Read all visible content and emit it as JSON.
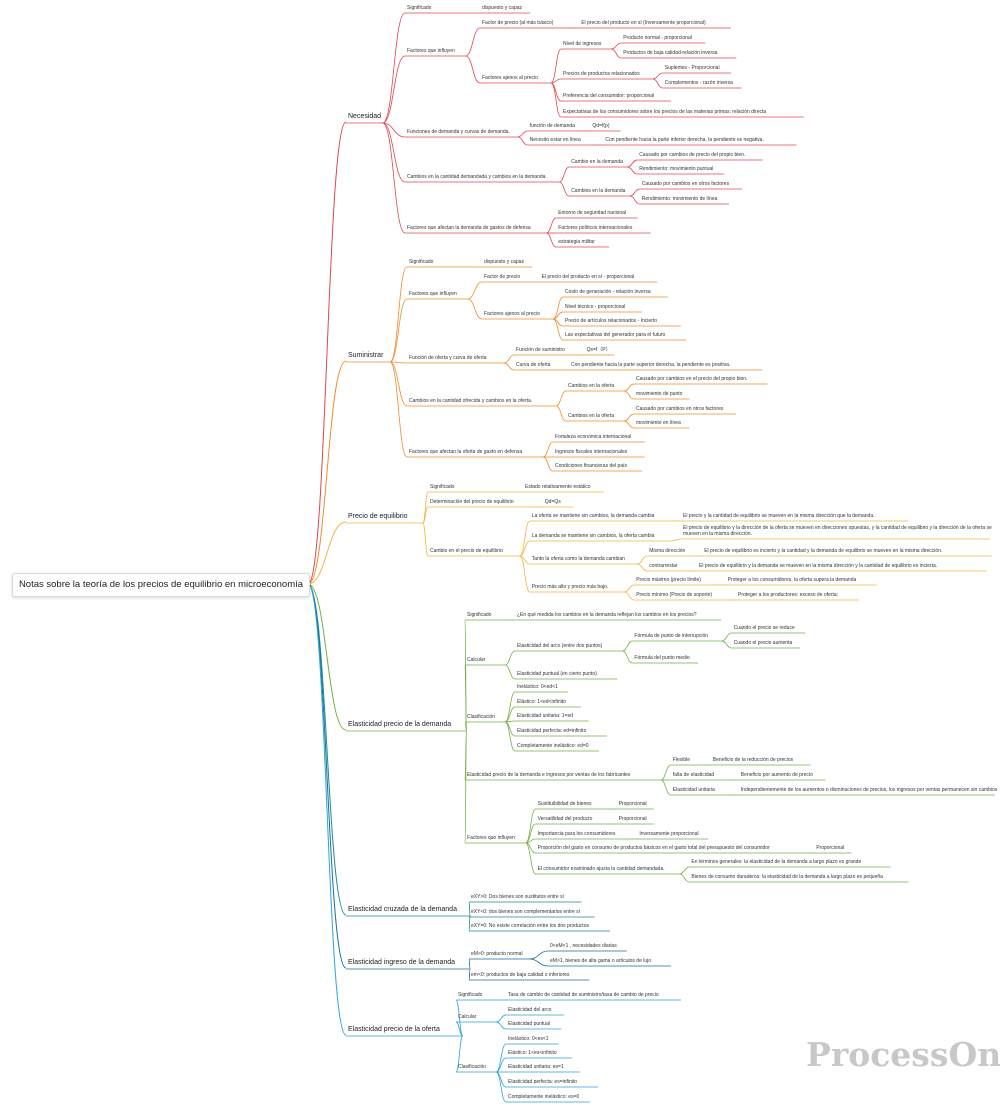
{
  "root": {
    "label": "Notas sobre la teoría de los precios de equilibrio en microeconomía"
  },
  "watermark": "ProcessOn",
  "colors": {
    "necesidad": "#e0464f",
    "suministrar": "#f08c2a",
    "equilibrio": "#f2b43c",
    "elasticidad_precio": "#73b044",
    "cruzada": "#1a8c8f",
    "ingreso": "#1a6e9a",
    "oferta": "#2ea3dc"
  },
  "tree": [
    {
      "label": "Necesidad",
      "children": [
        {
          "label": "Significado",
          "children": [
            {
              "label": "dispuesto y capaz"
            }
          ]
        },
        {
          "label": "Factores que influyen",
          "children": [
            {
              "label": "Factor de precio (al más básico)",
              "children": [
                {
                  "label": "El precio del producto en sí (Inversamente proporcional)"
                }
              ]
            },
            {
              "label": "Factores ajenos al precio",
              "children": [
                {
                  "label": "Nivel de ingresos",
                  "children": [
                    {
                      "label": "Producto normal - proporcional"
                    },
                    {
                      "label": "Productos de baja calidad-relación inversa"
                    }
                  ]
                },
                {
                  "label": "Precios de productos relacionados",
                  "children": [
                    {
                      "label": "Suplentes - Proporcional"
                    },
                    {
                      "label": "Complementos - razón inversa"
                    }
                  ]
                },
                {
                  "label": "Preferencia del consumidor: proporcional"
                },
                {
                  "label": "Expectativas de los consumidores sobre los precios de las materias primas: relación directa"
                }
              ]
            }
          ]
        },
        {
          "label": "Funciones de demanda y curvas de demanda.",
          "children": [
            {
              "label": "función de demanda",
              "children": [
                {
                  "label": "Qd=f(p)"
                }
              ]
            },
            {
              "label": "Necesito estar en línea",
              "children": [
                {
                  "label": "Con pendiente hacia la parte inferior derecha, la pendiente es negativa."
                }
              ]
            }
          ]
        },
        {
          "label": "Cambios en la cantidad demandada y cambios en la demanda.",
          "children": [
            {
              "label": "Cambio en la demanda",
              "children": [
                {
                  "label": "Causado por cambios de precio del propio bien."
                },
                {
                  "label": "Rendimiento: movimiento puntual"
                }
              ]
            },
            {
              "label": "Cambios en la demanda",
              "children": [
                {
                  "label": "Causado por cambios en otros factores"
                },
                {
                  "label": "Rendimiento: movimiento de línea"
                }
              ]
            }
          ]
        },
        {
          "label": "Factores que afectan la demanda de gastos de defensa",
          "children": [
            {
              "label": "Entorno de seguridad nacional"
            },
            {
              "label": "Factores políticos internacionales"
            },
            {
              "label": "estrategia militar"
            }
          ]
        }
      ]
    },
    {
      "label": "Suministrar",
      "children": [
        {
          "label": "Significado",
          "children": [
            {
              "label": "dispuesto y capaz"
            }
          ]
        },
        {
          "label": "Factores que influyen",
          "children": [
            {
              "label": "Factor de precio",
              "children": [
                {
                  "label": "El precio del producto en sí - proporcional"
                }
              ]
            },
            {
              "label": "Factores ajenos al precio",
              "children": [
                {
                  "label": "Costo de generación - relación inversa"
                },
                {
                  "label": "Nivel técnico - proporcional"
                },
                {
                  "label": "Precio de artículos relacionados - Incierto"
                },
                {
                  "label": "Las expectativas del generador para el futuro"
                }
              ]
            }
          ]
        },
        {
          "label": "Función de oferta y curva de oferta",
          "children": [
            {
              "label": "Función de suministro",
              "children": [
                {
                  "label": "Qs=f（P）"
                }
              ]
            },
            {
              "label": "Curva de oferta",
              "children": [
                {
                  "label": "Con pendiente hacia la parte superior derecha, la pendiente es positiva."
                }
              ]
            }
          ]
        },
        {
          "label": "Cambios en la cantidad ofrecida y cambios en la oferta.",
          "children": [
            {
              "label": "Cambios en la oferta",
              "children": [
                {
                  "label": "Causado por cambios en el precio del propio bien."
                },
                {
                  "label": "movimiento de punto"
                }
              ]
            },
            {
              "label": "Cambios en la oferta",
              "children": [
                {
                  "label": "Causado por cambios en otros factores"
                },
                {
                  "label": "movimiento en línea"
                }
              ]
            }
          ]
        },
        {
          "label": "Factores que afectan la oferta de gasto en defensa",
          "children": [
            {
              "label": "Fortaleza económica internacional"
            },
            {
              "label": "Ingresos fiscales internacionales"
            },
            {
              "label": "Condiciones financieras del país"
            }
          ]
        }
      ]
    },
    {
      "label": "Precio de equilibrio",
      "children": [
        {
          "label": "Significado",
          "children": [
            {
              "label": "Estado relativamente estático"
            }
          ]
        },
        {
          "label": "Determinación del precio de equilibrio",
          "children": [
            {
              "label": "Qd=Qs"
            }
          ]
        },
        {
          "label": "Cambio en el precio de equilibrio",
          "children": [
            {
              "label": "La oferta se mantiene sin cambios, la demanda cambia",
              "children": [
                {
                  "label": "El precio y la cantidad de equilibrio se mueven en la misma dirección que la demanda."
                }
              ]
            },
            {
              "label": "La demanda se mantiene sin cambios, la oferta cambia",
              "children": [
                {
                  "label": "El precio de equilibrio y la dirección de la oferta se mueven en direcciones opuestas, y la cantidad de equilibrio y la dirección de la oferta se mueven en la misma dirección."
                }
              ]
            },
            {
              "label": "Tanto la oferta como la demanda cambian",
              "children": [
                {
                  "label": "Misma dirección",
                  "children": [
                    {
                      "label": "El precio de equilibrio es incierto y la cantidad y la demanda de equilibrio se mueven en la misma dirección."
                    }
                  ]
                },
                {
                  "label": "contrarrestar",
                  "children": [
                    {
                      "label": "El precio de equilibrio y la demanda se mueven en la misma dirección y la cantidad de equilibrio es incierta."
                    }
                  ]
                }
              ]
            },
            {
              "label": "Precio más alto y precio más bajo.",
              "children": [
                {
                  "label": "Precio máximo (precio límite)",
                  "children": [
                    {
                      "label": "Proteger a los consumidores, la oferta supera la demanda"
                    }
                  ]
                },
                {
                  "label": "Precio mínimo (Precio de soporte)",
                  "children": [
                    {
                      "label": "Proteger a los productores: exceso de oferta;"
                    }
                  ]
                }
              ]
            }
          ]
        }
      ]
    },
    {
      "label": "Elasticidad precio de la demanda",
      "children": [
        {
          "label": "Significado",
          "children": [
            {
              "label": "¿En qué medida los cambios en la demanda reflejan los cambios en los precios?"
            }
          ]
        },
        {
          "label": "Calcular",
          "children": [
            {
              "label": "Elasticidad del arco (entre dos puntos)",
              "children": [
                {
                  "label": "Fórmula de punto de interrupción",
                  "children": [
                    {
                      "label": "Cuando el precio se reduce"
                    },
                    {
                      "label": "Cuando el precio aumenta"
                    }
                  ]
                },
                {
                  "label": "Fórmula del punto medio"
                }
              ]
            },
            {
              "label": "Elasticidad puntual (en cierto punto)"
            }
          ]
        },
        {
          "label": "Clasificación",
          "children": [
            {
              "label": "Inelástico: 0<ed<1"
            },
            {
              "label": "Elástico: 1<ed<infinito"
            },
            {
              "label": "Elasticidad unitaria: 1=ed"
            },
            {
              "label": "Elasticidad perfecta: ed=infinito"
            },
            {
              "label": "Completamente inelástico: ed=0"
            }
          ]
        },
        {
          "label": "Elasticidad precio de la demanda e ingresos por ventas de los fabricantes",
          "children": [
            {
              "label": "Flexible",
              "children": [
                {
                  "label": "Beneficio de la reducción de precios"
                }
              ]
            },
            {
              "label": "falta de elasticidad",
              "children": [
                {
                  "label": "Beneficio por aumento de precio"
                }
              ]
            },
            {
              "label": "Elasticidad unitaria",
              "children": [
                {
                  "label": "Independientemente de los aumentos o disminuciones de precios, los ingresos por ventas permanecen sin cambios"
                }
              ]
            }
          ]
        },
        {
          "label": "Factores que influyen",
          "children": [
            {
              "label": "Sustituibilidad de bienes",
              "children": [
                {
                  "label": "Proporcional"
                }
              ]
            },
            {
              "label": "Versatilidad del producto",
              "children": [
                {
                  "label": "Proporcional"
                }
              ]
            },
            {
              "label": "Importancia para los consumidores",
              "children": [
                {
                  "label": "Inversamente proporcional"
                }
              ]
            },
            {
              "label": "Proporción del gasto en consumo de productos básicos en el gasto total del presupuesto del consumidor",
              "children": [
                {
                  "label": "Proporcional"
                }
              ]
            },
            {
              "label": "El consumidor examinado ajusta la cantidad demandada.",
              "children": [
                {
                  "label": "En términos generales: la elasticidad de la demanda a largo plazo es grande"
                },
                {
                  "label": "Bienes de consumo duraderos: la elasticidad de la demanda a largo plazo es pequeña"
                }
              ]
            }
          ]
        }
      ]
    },
    {
      "label": "Elasticidad cruzada de la demanda",
      "children": [
        {
          "label": "eXY>0: Dos bienes son sustitutos entre sí"
        },
        {
          "label": "eXY<0: dos bienes son complementarios entre sí"
        },
        {
          "label": "eXY=0: No existe correlación entre los dos productos"
        }
      ]
    },
    {
      "label": "Elasticidad ingreso de la demanda",
      "children": [
        {
          "label": "eM>0: producto normal",
          "children": [
            {
              "label": "0<eM<1 , necesidades diarias"
            },
            {
              "label": "eM>1, bienes de alta gama o artículos de lujo"
            }
          ]
        },
        {
          "label": "em<0: productos de baja calidad o inferiores"
        }
      ]
    },
    {
      "label": "Elasticidad precio de la oferta",
      "children": [
        {
          "label": "Significado",
          "children": [
            {
              "label": "Tasa de cambio de cantidad de suministro/tasa de cambio de precio"
            }
          ]
        },
        {
          "label": "Calcular",
          "children": [
            {
              "label": "Elasticidad del arco"
            },
            {
              "label": "Elasticidad puntual"
            }
          ]
        },
        {
          "label": "Clasificación",
          "children": [
            {
              "label": "Inelástico: 0<es<1"
            },
            {
              "label": "Elástico: 1<es<infinito"
            },
            {
              "label": "Elasticidad unitaria: es=1"
            },
            {
              "label": "Elasticidad perfecta: es=infinito"
            },
            {
              "label": "Completamente inelástico: es=0"
            }
          ]
        }
      ]
    }
  ]
}
